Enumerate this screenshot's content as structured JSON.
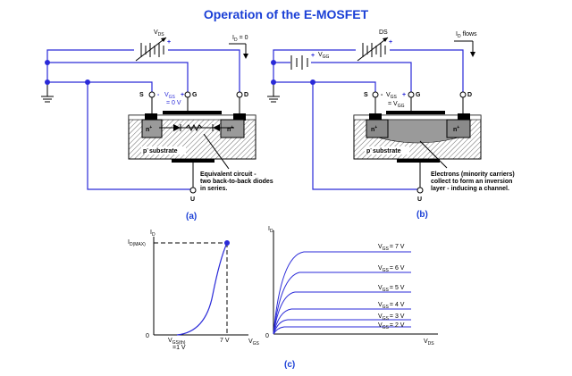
{
  "title": "Operation of the E-MOSFET",
  "panel_a": {
    "vds_label": "V",
    "vds_sub": "DS",
    "plus": "+",
    "id_label": "I",
    "id_sub": "D",
    "id_value": "= 0",
    "s_label": "S",
    "g_label": "G",
    "d_label": "D",
    "u_label": "U",
    "minus": "-",
    "vgs_label": "V",
    "vgs_sub": "GS",
    "vgs_plus": "+",
    "vgs_value": "= 0 V",
    "n_left": "n",
    "n_right": "n",
    "sup_plus": "+",
    "substrate": "p",
    "substrate_rest": "substrate",
    "note_line1": "Equivalent circuit -",
    "note_line2": "two back-to-back diodes",
    "note_line3": "in series.",
    "caption": "(a)"
  },
  "panel_b": {
    "vds_label": "DS",
    "plus": "+",
    "vgg_label": "V",
    "vgg_sub": "GG",
    "id_label": "I",
    "id_sub": "D",
    "id_value": "flows",
    "s_label": "S",
    "g_label": "G",
    "d_label": "D",
    "u_label": "U",
    "minus": "-",
    "vgs_label": "V",
    "vgs_sub": "GS",
    "vgs_plus": "+",
    "vgs_eq": "= V",
    "vgs_eq_sub": "GG",
    "n_left": "n",
    "n_right": "n",
    "sup_plus": "+",
    "substrate": "p",
    "substrate_rest": "substrate",
    "note_line1": "Electrons (minority carriers)",
    "note_line2": "collect to form an inversion",
    "note_line3": "layer - inducing a channel.",
    "caption": "(b)"
  },
  "transfer_curve": {
    "y_axis_label": "I",
    "y_axis_sub": "D",
    "y_max_label": "I",
    "y_max_sub": "D(MAX)",
    "origin_label": "0",
    "vth_label": "V",
    "vth_sub": "GS(th)",
    "vth_value": "=1 V",
    "v7_label": "7 V",
    "x_axis_label": "V",
    "x_axis_sub": "GS"
  },
  "output_curves": {
    "y_axis_label": "I",
    "y_axis_sub": "D",
    "origin_label": "0",
    "x_axis_label": "V",
    "x_axis_sub": "DS",
    "curves": [
      {
        "label": "V",
        "sub": "GS",
        "value": "= 7 V"
      },
      {
        "label": "V",
        "sub": "GS",
        "value": "= 6 V"
      },
      {
        "label": "V",
        "sub": "GS",
        "value": "= 5 V"
      },
      {
        "label": "V",
        "sub": "GS",
        "value": "= 4 V"
      },
      {
        "label": "V",
        "sub": "GS",
        "value": "= 3 V"
      },
      {
        "label": "V",
        "sub": "GS",
        "value": "= 2 V"
      }
    ]
  },
  "caption_c": "(c)",
  "colors": {
    "accent": "#1a3fd6",
    "wire": "#2a2ad8"
  }
}
